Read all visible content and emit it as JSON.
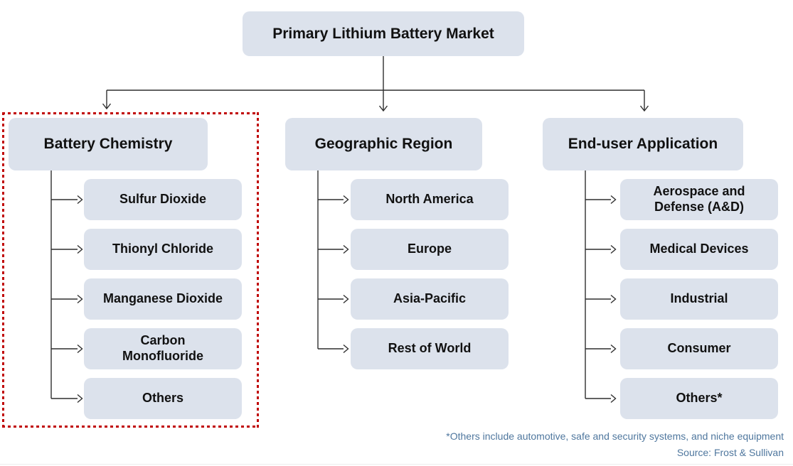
{
  "diagram": {
    "root": {
      "label": "Primary Lithium Battery Market"
    },
    "branches": [
      {
        "label": "Battery Chemistry",
        "highlighted": true,
        "items": [
          "Sulfur Dioxide",
          "Thionyl Chloride",
          "Manganese Dioxide",
          "Carbon\nMonofluoride",
          "Others"
        ]
      },
      {
        "label": "Geographic Region",
        "highlighted": false,
        "items": [
          "North America",
          "Europe",
          "Asia-Pacific",
          "Rest of World"
        ]
      },
      {
        "label": "End-user Application",
        "highlighted": false,
        "items": [
          "Aerospace and\nDefense (A&D)",
          "Medical Devices",
          "Industrial",
          "Consumer",
          "Others*"
        ]
      }
    ]
  },
  "footnotes": {
    "others_note": "*Others include automotive, safe and security systems, and niche equipment",
    "source": "Source: Frost & Sullivan"
  },
  "colors": {
    "box_fill": "#dce2ec",
    "highlight_border": "#c00000",
    "connector": "#2f2f2f",
    "footnote_text": "#4f779e"
  }
}
